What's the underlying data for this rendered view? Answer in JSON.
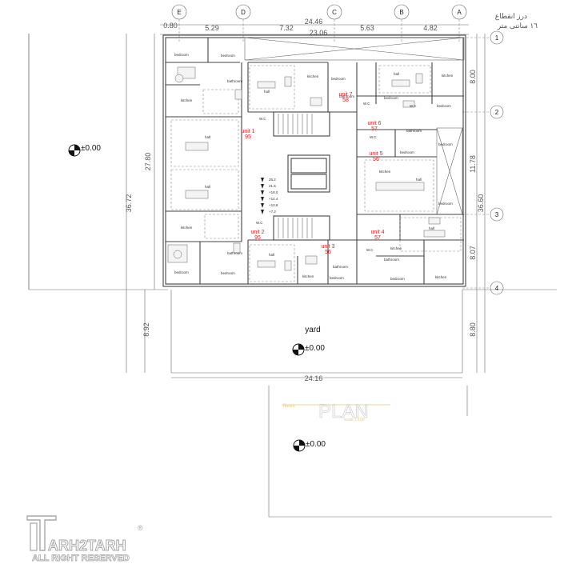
{
  "header_note": {
    "line1": "درز انقطاع",
    "line2": "١٦ سانتی متر"
  },
  "grid_columns": [
    "E",
    "D",
    "C",
    "B",
    "A"
  ],
  "grid_rows": [
    "1",
    "2",
    "3",
    "4"
  ],
  "dimensions": {
    "top_total_1": "24.46",
    "top_total_2": "23.06",
    "top_segments": [
      "0.80",
      "5.29",
      "7.32",
      "5.63",
      "4.82"
    ],
    "left_1": "27.80",
    "left_2": "36.72",
    "left_3": "8.92",
    "right_segments": [
      "8.00",
      "11.78",
      "8.07",
      "8.80"
    ],
    "right_total": "36.60",
    "bottom_total": "24.16"
  },
  "units": [
    {
      "label": "unit 1",
      "area": "95"
    },
    {
      "label": "unit 2",
      "area": "95"
    },
    {
      "label": "unit 3",
      "area": "56"
    },
    {
      "label": "unit 4",
      "area": "57"
    },
    {
      "label": "unit 5",
      "area": "56"
    },
    {
      "label": "unit 6",
      "area": "57"
    },
    {
      "label": "unit 7",
      "area": "58"
    }
  ],
  "room_labels": {
    "bedroom": "bedroom",
    "bathroom": "bathroom",
    "kitchen": "kitchen",
    "hall": "hall",
    "wc": "W.C"
  },
  "levels": [
    "25.2",
    "21.6",
    "+18.0",
    "+14.4",
    "+10.8",
    "+7.2"
  ],
  "elevation_marks": [
    "±0.00",
    "±0.00",
    "±0.00"
  ],
  "yard_label": "yard",
  "plan_title": "PLAN",
  "plan_subtitle": "floors",
  "plan_scale": "scale 1:100",
  "watermark": {
    "brand": "ARH2TARH",
    "rights": "ALL RIGHT RESERVED",
    "reg": "®"
  },
  "colors": {
    "unit_text": "#d42020",
    "plan_title": "#e8c880",
    "line": "#555555"
  }
}
